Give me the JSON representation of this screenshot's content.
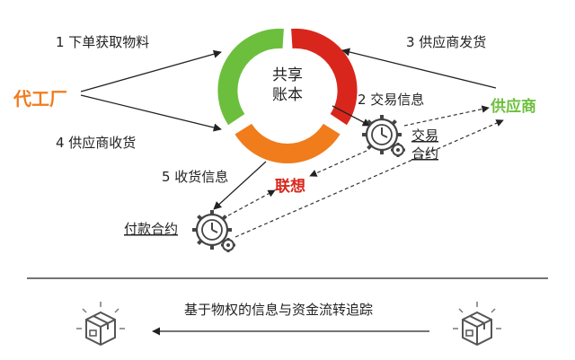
{
  "colors": {
    "green": "#6cbf3c",
    "red": "#d9261c",
    "orange": "#f07c1c",
    "ink": "#222222",
    "gray": "#555555"
  },
  "center": {
    "line1": "共享",
    "line2": "账本"
  },
  "nodes": {
    "factory": "代工厂",
    "supplier": "供应商",
    "lenovo": "联想"
  },
  "steps": {
    "step1": "1 下单获取物料",
    "step2": "2 交易信息",
    "step3": "3 供应商发货",
    "step4": "4 供应商收货",
    "step5": "5 收货信息"
  },
  "contracts": {
    "trade_line1": "交易",
    "trade_line2": "合约",
    "payment": "付款合约"
  },
  "bottom": {
    "caption": "基于物权的信息与资金流转追踪"
  },
  "icons": [
    "gear-clock-icon",
    "box-icon"
  ]
}
